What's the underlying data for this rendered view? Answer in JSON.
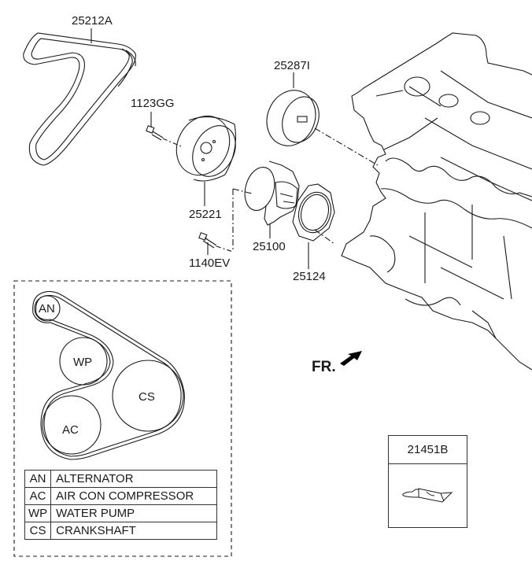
{
  "diagram": {
    "part_labels": {
      "belt": "25212A",
      "bolt_idler": "1123GG",
      "idler_pulley": "25221",
      "tensioner_pulley": "25287I",
      "water_pump": "25100",
      "bolt_pump": "1140EV",
      "gasket": "25124"
    },
    "front_marker": "FR.",
    "belt_routing": {
      "pulleys": [
        {
          "code": "AN",
          "name": "ALTERNATOR"
        },
        {
          "code": "WP",
          "name": "WATER PUMP"
        },
        {
          "code": "CS",
          "name": "CRANKSHAFT"
        },
        {
          "code": "AC",
          "name": "AIR CON COMPRESSOR"
        }
      ],
      "legend": [
        {
          "code": "AN",
          "description": "ALTERNATOR"
        },
        {
          "code": "AC",
          "description": "AIR CON COMPRESSOR"
        },
        {
          "code": "WP",
          "description": "WATER PUMP"
        },
        {
          "code": "CS",
          "description": "CRANKSHAFT"
        }
      ]
    },
    "kit_box": {
      "part_number": "21451B",
      "icon": "sealant-tube-icon"
    }
  }
}
